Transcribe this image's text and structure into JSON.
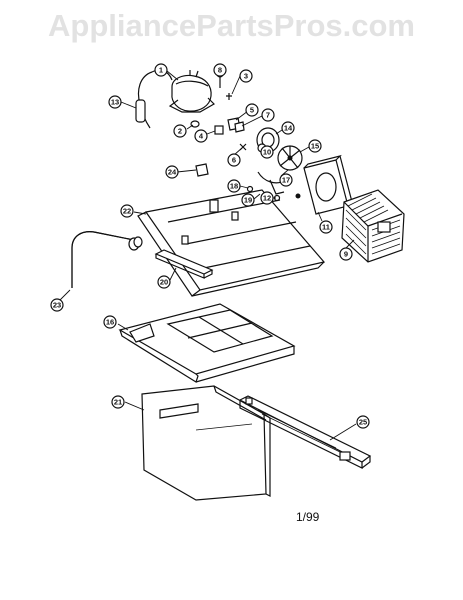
{
  "watermark": "AppliancePartsPros.com",
  "date_code": "1/99",
  "callouts": [
    "1",
    "2",
    "3",
    "4",
    "5",
    "6",
    "7",
    "8",
    "9",
    "10",
    "11",
    "12",
    "13",
    "14",
    "15",
    "16",
    "17",
    "18",
    "19",
    "20",
    "21",
    "22",
    "23",
    "24",
    "25"
  ]
}
